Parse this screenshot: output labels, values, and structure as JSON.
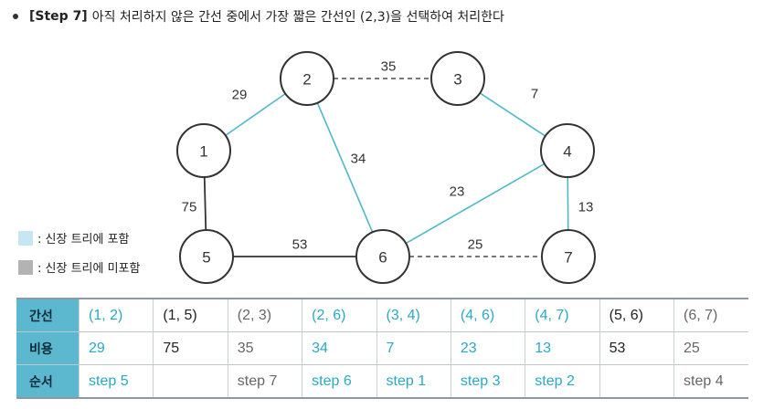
{
  "step": {
    "label": "[Step 7]",
    "text": "아직 처리하지 않은 간선 중에서 가장 짧은 간선인 (2,3)을 선택하여 처리한다"
  },
  "colors": {
    "included": "#4fb8c9",
    "not_included": "#333333",
    "pending": "#666666",
    "swatch_included": "#c6e6f3",
    "swatch_excluded": "#b3b3b3",
    "header_bg": "#5bb8cf"
  },
  "graph": {
    "nodes": [
      {
        "id": "1",
        "label": "1"
      },
      {
        "id": "2",
        "label": "2"
      },
      {
        "id": "3",
        "label": "3"
      },
      {
        "id": "4",
        "label": "4"
      },
      {
        "id": "5",
        "label": "5"
      },
      {
        "id": "6",
        "label": "6"
      },
      {
        "id": "7",
        "label": "7"
      }
    ],
    "edges": [
      {
        "from": "1",
        "to": "2",
        "weight": "29",
        "status": "included"
      },
      {
        "from": "1",
        "to": "5",
        "weight": "75",
        "status": "not_included"
      },
      {
        "from": "2",
        "to": "3",
        "weight": "35",
        "status": "pending"
      },
      {
        "from": "2",
        "to": "6",
        "weight": "34",
        "status": "included"
      },
      {
        "from": "3",
        "to": "4",
        "weight": "7",
        "status": "included"
      },
      {
        "from": "4",
        "to": "6",
        "weight": "23",
        "status": "included"
      },
      {
        "from": "4",
        "to": "7",
        "weight": "13",
        "status": "included"
      },
      {
        "from": "5",
        "to": "6",
        "weight": "53",
        "status": "not_included"
      },
      {
        "from": "6",
        "to": "7",
        "weight": "25",
        "status": "pending"
      }
    ]
  },
  "legend": {
    "included": ": 신장 트리에 포함",
    "excluded": ": 신장 트리에 미포함"
  },
  "table": {
    "row_labels": [
      "간선",
      "비용",
      "순서"
    ],
    "columns": [
      {
        "edge": "(1, 2)",
        "cost": "29",
        "order": "step 5",
        "status": "included"
      },
      {
        "edge": "(1, 5)",
        "cost": "75",
        "order": "",
        "status": "not_included"
      },
      {
        "edge": "(2, 3)",
        "cost": "35",
        "order": "step 7",
        "status": "pending"
      },
      {
        "edge": "(2, 6)",
        "cost": "34",
        "order": "step 6",
        "status": "included"
      },
      {
        "edge": "(3, 4)",
        "cost": "7",
        "order": "step 1",
        "status": "included"
      },
      {
        "edge": "(4, 6)",
        "cost": "23",
        "order": "step 3",
        "status": "included"
      },
      {
        "edge": "(4, 7)",
        "cost": "13",
        "order": "step 2",
        "status": "included"
      },
      {
        "edge": "(5, 6)",
        "cost": "53",
        "order": "",
        "status": "not_included"
      },
      {
        "edge": "(6, 7)",
        "cost": "25",
        "order": "step 4",
        "status": "pending"
      }
    ]
  }
}
